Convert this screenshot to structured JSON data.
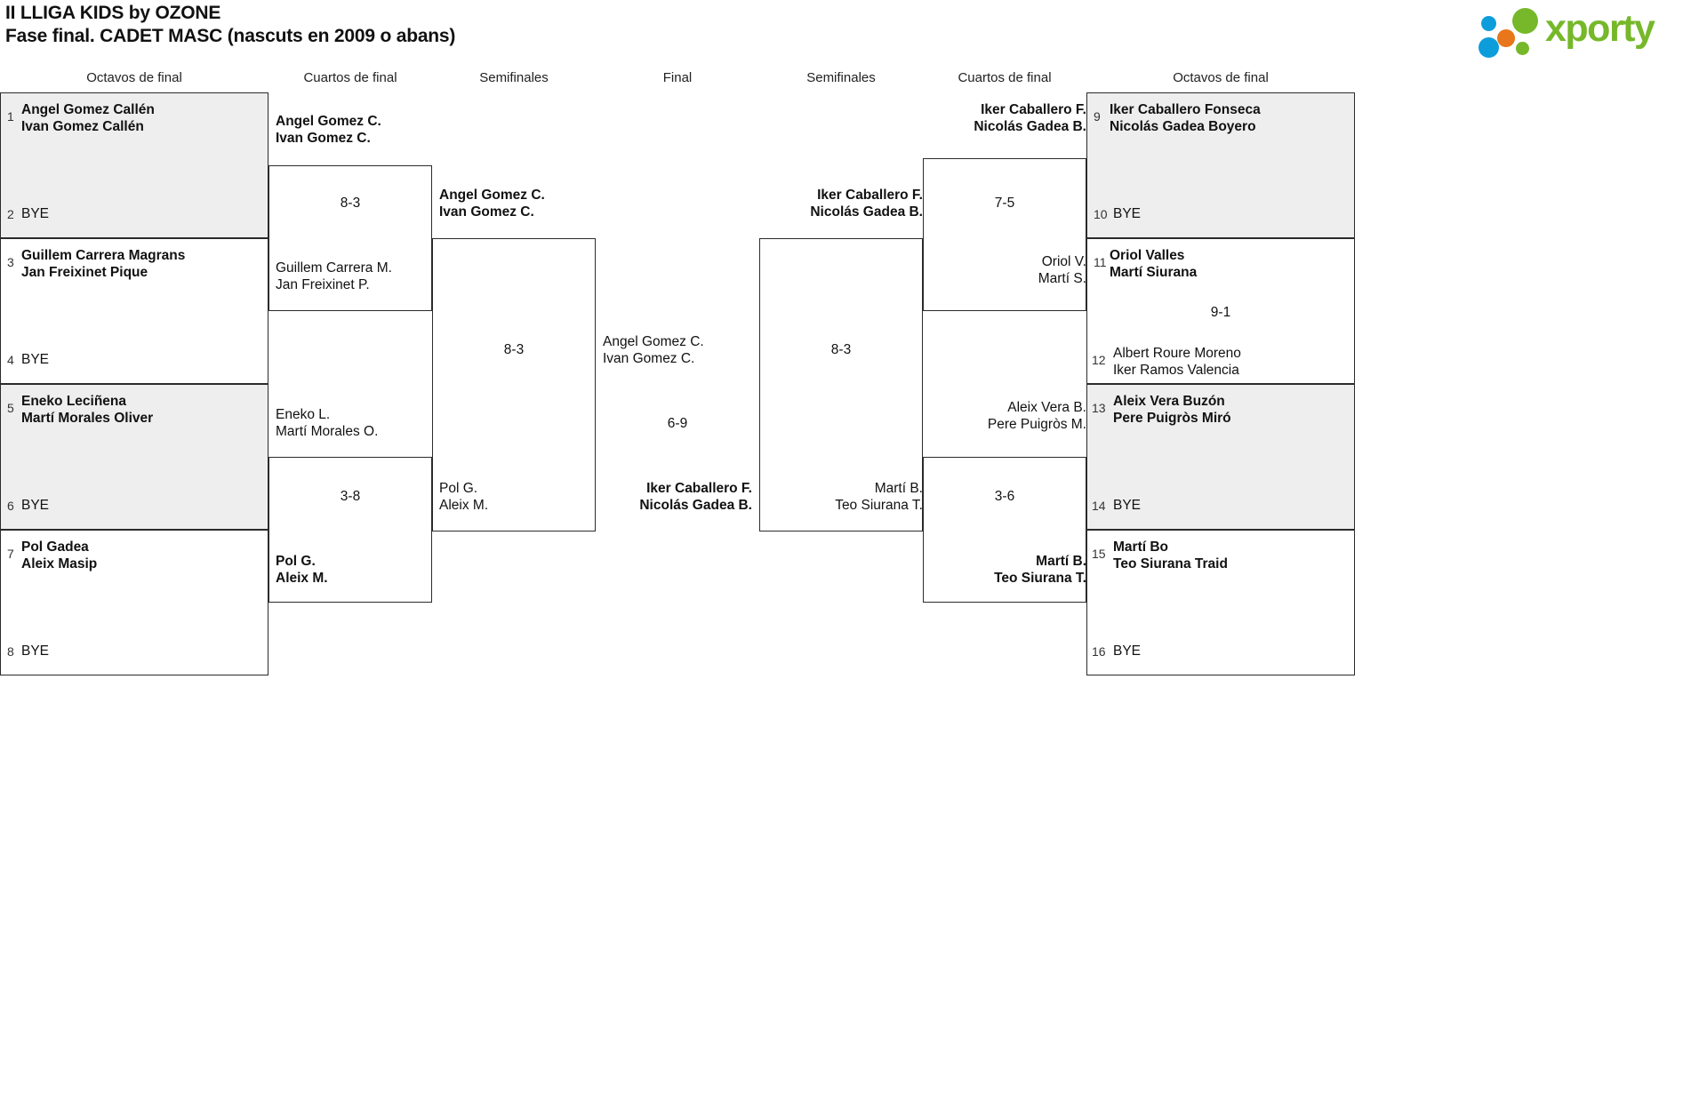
{
  "header": {
    "title_line1": "II LLIGA KIDS by OZONE",
    "title_line2": "Fase final. CADET MASC (nascuts en 2009 o abans)",
    "logo_text": "xporty",
    "logo_colors": {
      "blue": "#0d9ddb",
      "orange": "#e8761a",
      "green": "#76b82a"
    }
  },
  "round_headings": {
    "left_r16": "Octavos de final",
    "left_qf": "Cuartos de final",
    "left_sf": "Semifinales",
    "final": "Final",
    "right_sf": "Semifinales",
    "right_qf": "Cuartos de final",
    "right_r16": "Octavos de final"
  },
  "bye_label": "BYE",
  "left": {
    "r16": [
      {
        "seed": "1",
        "p1": "Angel Gomez Callén",
        "p2": "Ivan Gomez Callén",
        "bold": true,
        "shaded": true
      },
      {
        "seed": "2",
        "p1": "BYE",
        "p2": "",
        "bold": false,
        "shaded": true
      },
      {
        "seed": "3",
        "p1": "Guillem Carrera Magrans",
        "p2": "Jan Freixinet Pique",
        "bold": true,
        "shaded": false
      },
      {
        "seed": "4",
        "p1": "BYE",
        "p2": "",
        "bold": false,
        "shaded": false
      },
      {
        "seed": "5",
        "p1": "Eneko Leciñena",
        "p2": "Martí Morales Oliver",
        "bold": true,
        "shaded": true
      },
      {
        "seed": "6",
        "p1": "BYE",
        "p2": "",
        "bold": false,
        "shaded": true
      },
      {
        "seed": "7",
        "p1": "Pol Gadea",
        "p2": "Aleix Masip",
        "bold": true,
        "shaded": false
      },
      {
        "seed": "8",
        "p1": "BYE",
        "p2": "",
        "bold": false,
        "shaded": false
      }
    ],
    "qf": [
      {
        "p1": "Angel Gomez C.",
        "p2": "Ivan Gomez C.",
        "bold": true
      },
      {
        "p1": "Guillem Carrera M.",
        "p2": "Jan Freixinet P.",
        "bold": false
      },
      {
        "p1": "Eneko L.",
        "p2": "Martí Morales O.",
        "bold": false
      },
      {
        "p1": "Pol G.",
        "p2": "Aleix M.",
        "bold": true
      }
    ],
    "qf_scores": [
      "8-3",
      "3-8"
    ],
    "sf": [
      {
        "p1": "Angel Gomez C.",
        "p2": "Ivan Gomez C.",
        "bold": true
      },
      {
        "p1": "Pol G.",
        "p2": "Aleix M.",
        "bold": false
      }
    ],
    "sf_score": "8-3"
  },
  "final": {
    "top": {
      "p1": "Angel Gomez C.",
      "p2": "Ivan Gomez C.",
      "bold": false
    },
    "bottom": {
      "p1": "Iker Caballero F.",
      "p2": "Nicolás Gadea B.",
      "bold": true
    },
    "score": "6-9"
  },
  "right": {
    "r16": [
      {
        "seed": "9",
        "p1": "Iker Caballero Fonseca",
        "p2": "Nicolás Gadea Boyero",
        "bold": true,
        "shaded": true
      },
      {
        "seed": "10",
        "p1": "BYE",
        "p2": "",
        "bold": false,
        "shaded": true
      },
      {
        "seed": "11",
        "p1": "Oriol Valles",
        "p2": "Martí Siurana",
        "bold": true,
        "shaded": false
      },
      {
        "seed": "12",
        "p1": "Albert Roure Moreno",
        "p2": "Iker Ramos Valencia",
        "bold": false,
        "shaded": false
      },
      {
        "seed": "13",
        "p1": "Aleix Vera Buzón",
        "p2": "Pere Puigròs Miró",
        "bold": true,
        "shaded": true
      },
      {
        "seed": "14",
        "p1": "BYE",
        "p2": "",
        "bold": false,
        "shaded": true
      },
      {
        "seed": "15",
        "p1": "Martí Bo",
        "p2": "Teo Siurana Traid",
        "bold": true,
        "shaded": false
      },
      {
        "seed": "16",
        "p1": "BYE",
        "p2": "",
        "bold": false,
        "shaded": false
      }
    ],
    "r16_scores": [
      "9-1"
    ],
    "qf": [
      {
        "p1": "Iker Caballero F.",
        "p2": "Nicolás Gadea B.",
        "bold": true
      },
      {
        "p1": "Oriol V.",
        "p2": "Martí S.",
        "bold": false
      },
      {
        "p1": "Aleix Vera B.",
        "p2": "Pere Puigròs M.",
        "bold": false
      },
      {
        "p1": "Martí B.",
        "p2": "Teo Siurana T.",
        "bold": true
      }
    ],
    "qf_scores": [
      "7-5",
      "3-6"
    ],
    "sf": [
      {
        "p1": "Iker Caballero F.",
        "p2": "Nicolás Gadea B.",
        "bold": true
      },
      {
        "p1": "Martí B.",
        "p2": "Teo Siurana T.",
        "bold": false
      }
    ],
    "sf_score": "8-3"
  }
}
